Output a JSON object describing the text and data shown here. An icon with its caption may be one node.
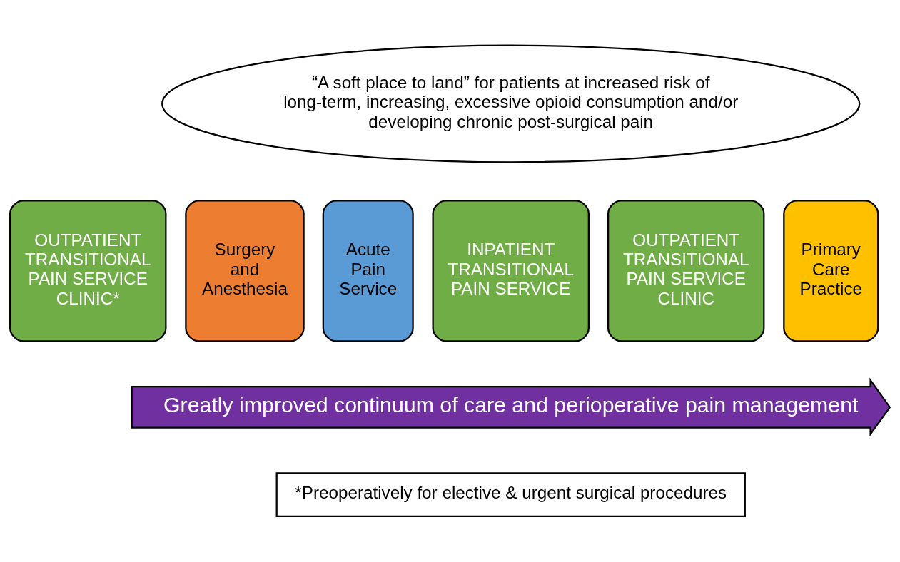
{
  "diagram": {
    "nodes": [
      {
        "text": [
          "“A soft place to land” for patients at increased risk of long-term, increasing, excessive opioid consumption and/or developing chronic post-surgical pain"
        ]
      },
      {
        "text": [
          "OUTPATIENT TRANSITIONAL PAIN SERVICE CLINIC*"
        ]
      },
      {
        "text": [
          "Surgery and Anesthesia"
        ]
      },
      {
        "text": [
          "Acute Pain Service"
        ]
      },
      {
        "text": [
          "INPATIENT TRANSITIONAL PAIN SERVICE"
        ]
      },
      {
        "text": [
          "OUTPATIENT TRANSITIONAL PAIN SERVICE CLINIC"
        ]
      },
      {
        "text": [
          "Primary Care Practice"
        ]
      },
      {
        "text": [
          "Greatly improved continuum of care and perioperative pain management"
        ]
      },
      {
        "text": [
          "*Preoperatively for elective & urgent surgical procedures"
        ]
      }
    ],
    "edges": []
  }
}
